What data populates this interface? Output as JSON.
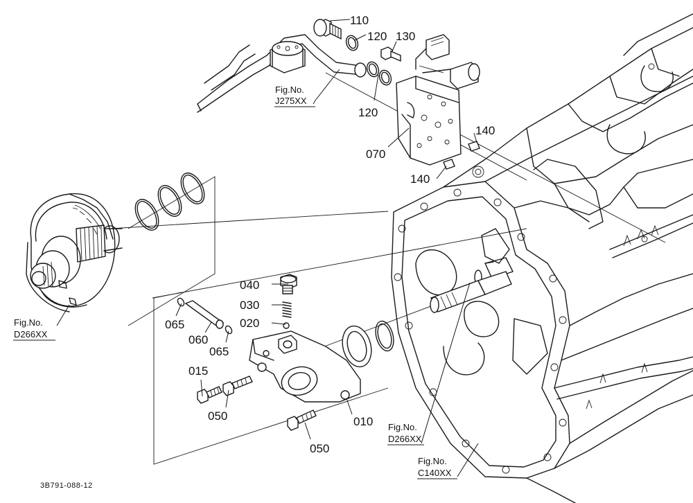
{
  "diagram_code": "3B791-088-12",
  "fig_refs": {
    "j275": {
      "line1": "Fig.No.",
      "line2": "J275XX"
    },
    "d266_left": {
      "line1": "Fig.No.",
      "line2": "D266XX"
    },
    "d266_center": {
      "line1": "Fig.No.",
      "line2": "D266XX"
    },
    "c140": {
      "line1": "Fig.No.",
      "line2": "C140XX"
    }
  },
  "parts": {
    "p110": "110",
    "p120_top": "120",
    "p130": "130",
    "p120_bottom": "120",
    "p140_top": "140",
    "p070": "070",
    "p140_bottom": "140",
    "p040": "040",
    "p030": "030",
    "p020": "020",
    "p065_left": "065",
    "p060": "060",
    "p065_right": "065",
    "p015": "015",
    "p050_left": "050",
    "p010": "010",
    "p050_bottom": "050"
  }
}
